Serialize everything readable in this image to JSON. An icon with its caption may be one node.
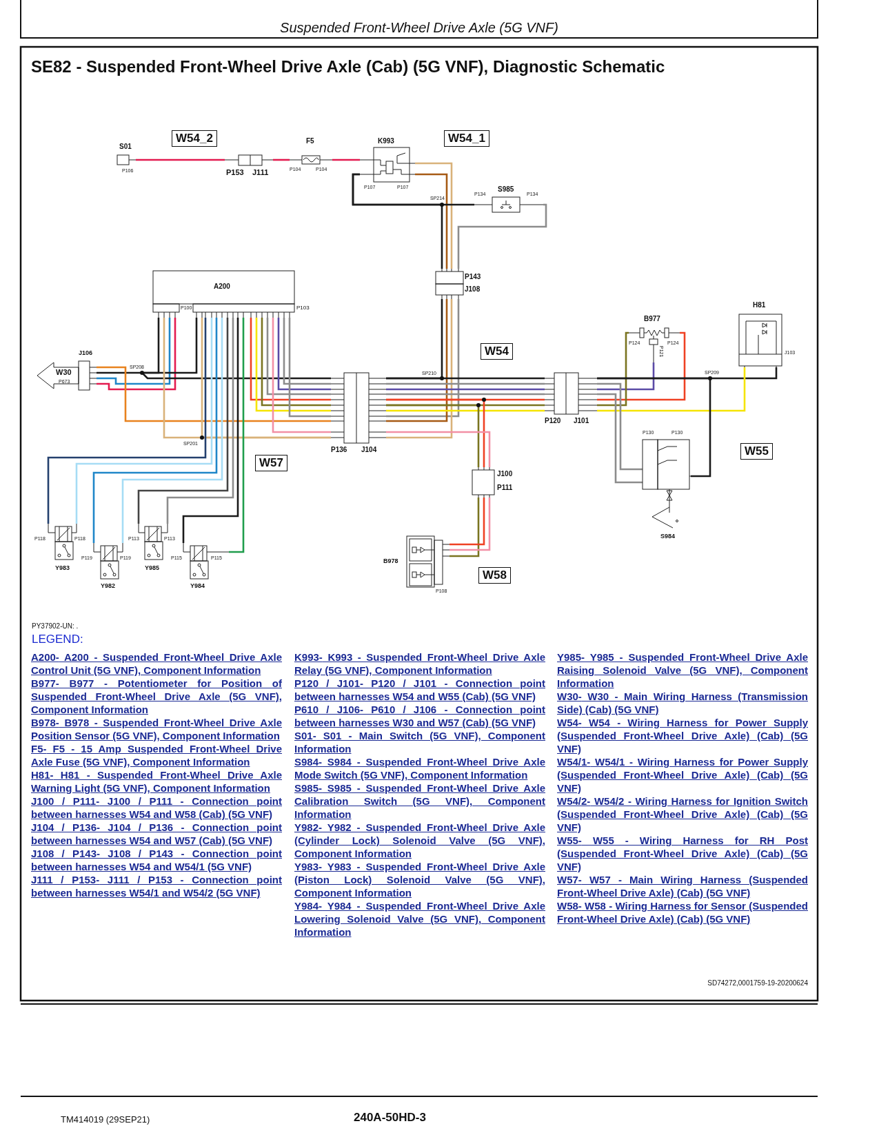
{
  "diagram": {
    "title": "SE82 - Suspended Front-Wheel Drive Axle (Cab) (5G VNF), Diagnostic Schematic",
    "nodes": [
      {
        "text": [
          "S01"
        ],
        "beside": [
          "P106"
        ]
      },
      {
        "text": [
          "P153",
          "J111"
        ]
      },
      {
        "text": [
          "F5"
        ],
        "beside": [
          "P104",
          "P104"
        ]
      },
      {
        "text": [
          "K993"
        ],
        "beside": [
          "P107",
          "P107"
        ]
      },
      {
        "text": [
          "S985",
          "P134",
          "P134"
        ]
      },
      {
        "text": [
          "P143",
          "J108"
        ]
      },
      {
        "text": [
          "A200"
        ],
        "beside": [
          "P100",
          "P103"
        ]
      },
      {
        "text": [
          "W30",
          "P673"
        ]
      },
      {
        "text": [
          "J106"
        ]
      },
      {
        "text": [
          "P136",
          "J104"
        ]
      },
      {
        "text": [
          "P120",
          "J101"
        ]
      },
      {
        "text": [
          "B977",
          "P124",
          "P121",
          "P124"
        ]
      },
      {
        "text": [
          "H81"
        ],
        "beside": [
          "J103"
        ]
      },
      {
        "text": [
          "S984"
        ],
        "beside": [
          "P130",
          "P130"
        ]
      },
      {
        "text": [
          "J100",
          "P111"
        ]
      },
      {
        "text": [
          "B978"
        ],
        "beside": [
          "P108"
        ]
      },
      {
        "text": [
          "Y983"
        ],
        "beside": [
          "P118",
          "P118"
        ]
      },
      {
        "text": [
          "Y982"
        ],
        "beside": [
          "P119",
          "P119"
        ]
      },
      {
        "text": [
          "Y985"
        ],
        "beside": [
          "P113",
          "P113"
        ]
      },
      {
        "text": [
          "Y984",
          "P115",
          "P115"
        ]
      }
    ],
    "edges": [
      {
        "from": 0,
        "to": 1,
        "arrow": "none",
        "color": "#e31b4f"
      },
      {
        "from": 1,
        "to": 2,
        "arrow": "none",
        "color": "#e31b4f"
      },
      {
        "from": 2,
        "to": 3,
        "arrow": "none",
        "color": "#e31b4f"
      },
      {
        "from": 3,
        "to": 5,
        "arrow": "none",
        "color": "#d9b27a"
      },
      {
        "from": 3,
        "to": 5,
        "arrow": "none",
        "color": "#a65a14"
      },
      {
        "from": 3,
        "to": 4,
        "arrow": "none",
        "color": "#1a1a1a"
      },
      {
        "from": 3,
        "to": 5,
        "arrow": "none",
        "color": "#1a1a1a"
      },
      {
        "from": 4,
        "to": 5,
        "arrow": "none",
        "color": "#8c8c8c"
      },
      {
        "from": 5,
        "to": 9,
        "arrow": "none",
        "color": "#1a1a1a"
      },
      {
        "from": 5,
        "to": 9,
        "arrow": "none",
        "color": "#8c8c8c"
      },
      {
        "from": 5,
        "to": 9,
        "arrow": "none",
        "color": "#a65a14"
      },
      {
        "from": 5,
        "to": 9,
        "arrow": "none",
        "color": "#d9b27a"
      },
      {
        "from": 6,
        "to": 8,
        "arrow": "none",
        "color": "#1a1a1a"
      },
      {
        "from": 6,
        "to": 8,
        "arrow": "none",
        "color": "#1f86c8"
      },
      {
        "from": 6,
        "to": 8,
        "arrow": "none",
        "color": "#e31b4f"
      },
      {
        "from": 8,
        "to": 9,
        "arrow": "none",
        "color": "#e8821e"
      },
      {
        "from": 6,
        "to": 9,
        "arrow": "none",
        "color": "#1a1a1a"
      },
      {
        "from": 6,
        "to": 9,
        "arrow": "none",
        "color": "#d9b27a"
      },
      {
        "from": 6,
        "to": 9,
        "arrow": "none",
        "color": "#d9b27a"
      },
      {
        "from": 6,
        "to": 9,
        "arrow": "none",
        "color": "#8c8c8c"
      },
      {
        "from": 6,
        "to": 9,
        "arrow": "none",
        "color": "#5b4ba6"
      },
      {
        "from": 6,
        "to": 9,
        "arrow": "none",
        "color": "#8c8c8c"
      },
      {
        "from": 6,
        "to": 9,
        "arrow": "none",
        "color": "#ef4123"
      },
      {
        "from": 6,
        "to": 9,
        "arrow": "none",
        "color": "#7a7420"
      },
      {
        "from": 6,
        "to": 9,
        "arrow": "none",
        "color": "#f5e400"
      },
      {
        "from": 6,
        "to": 9,
        "arrow": "none",
        "color": "#8c8c8c"
      },
      {
        "from": 6,
        "to": 9,
        "arrow": "none",
        "color": "#f28fa5"
      },
      {
        "from": 6,
        "to": 16,
        "arrow": "none",
        "color": "#24406e"
      },
      {
        "from": 6,
        "to": 16,
        "arrow": "none",
        "color": "#a6dcf5"
      },
      {
        "from": 6,
        "to": 17,
        "arrow": "none",
        "color": "#1f86c8"
      },
      {
        "from": 6,
        "to": 17,
        "arrow": "none",
        "color": "#a6dcf5"
      },
      {
        "from": 6,
        "to": 18,
        "arrow": "none",
        "color": "#444444"
      },
      {
        "from": 6,
        "to": 18,
        "arrow": "none",
        "color": "#8c8c8c"
      },
      {
        "from": 6,
        "to": 19,
        "arrow": "none",
        "color": "#1a1a1a"
      },
      {
        "from": 6,
        "to": 19,
        "arrow": "none",
        "color": "#1f9d4c"
      },
      {
        "from": 9,
        "to": 10,
        "arrow": "none",
        "color": "#1a1a1a"
      },
      {
        "from": 9,
        "to": 10,
        "arrow": "none",
        "color": "#8c8c8c"
      },
      {
        "from": 9,
        "to": 10,
        "arrow": "none",
        "color": "#5b4ba6"
      },
      {
        "from": 9,
        "to": 10,
        "arrow": "none",
        "color": "#8c8c8c"
      },
      {
        "from": 9,
        "to": 10,
        "arrow": "none",
        "color": "#ef4123"
      },
      {
        "from": 9,
        "to": 10,
        "arrow": "none",
        "color": "#7a7420"
      },
      {
        "from": 9,
        "to": 10,
        "arrow": "none",
        "color": "#f5e400"
      },
      {
        "from": 9,
        "to": 14,
        "arrow": "none",
        "color": "#ef4123"
      },
      {
        "from": 9,
        "to": 14,
        "arrow": "none",
        "color": "#7a7420"
      },
      {
        "from": 9,
        "to": 14,
        "arrow": "none",
        "color": "#f28fa5"
      },
      {
        "from": 14,
        "to": 15,
        "arrow": "none",
        "color": "#7a7420"
      },
      {
        "from": 14,
        "to": 15,
        "arrow": "none",
        "color": "#ef4123"
      },
      {
        "from": 14,
        "to": 15,
        "arrow": "none",
        "color": "#f28fa5"
      },
      {
        "from": 10,
        "to": 11,
        "arrow": "none",
        "color": "#5b4ba6"
      },
      {
        "from": 10,
        "to": 11,
        "arrow": "none",
        "color": "#ef4123"
      },
      {
        "from": 10,
        "to": 11,
        "arrow": "none",
        "color": "#7a7420"
      },
      {
        "from": 10,
        "to": 12,
        "arrow": "none",
        "color": "#1a1a1a"
      },
      {
        "from": 10,
        "to": 12,
        "arrow": "none",
        "color": "#f5e400"
      },
      {
        "from": 10,
        "to": 13,
        "arrow": "none",
        "color": "#1a1a1a"
      },
      {
        "from": 10,
        "to": 13,
        "arrow": "none",
        "color": "#8c8c8c"
      },
      {
        "from": 10,
        "to": 13,
        "arrow": "none",
        "color": "#8c8c8c"
      }
    ],
    "labels": [
      "Suspended Front-Wheel Drive Axle (5G VNF)",
      "W54_2",
      "W54_1",
      "W54",
      "W57",
      "W55",
      "W58",
      "SP214",
      "SP208",
      "SP210",
      "SP201",
      "SP209",
      "PY37902-UN: .",
      "LEGEND:",
      "**A200-** A200 - Suspended Front-Wheel Drive Axle Control Unit (5G VNF), Component Information",
      "**B977-** B977 - Potentiometer for Position of Suspended Front-Wheel Drive Axle (5G VNF), Component Information",
      "**B978-** B978 - Suspended Front-Wheel Drive Axle Position Sensor (5G VNF), Component Information",
      "**F5-** F5 - 15 Amp Suspended Front-Wheel Drive Axle Fuse (5G VNF), Component Information",
      "**H81-** H81 - Suspended Front-Wheel Drive Axle Warning Light (5G VNF), Component Information",
      "**J100 / P111-** J100 / P111 - Connection point between harnesses W54 and W58 (Cab) (5G VNF)",
      "**J104 / P136-** J104 / P136 - Connection point between harnesses W54 and W57 (Cab) (5G VNF)",
      "**J108 / P143-** J108 / P143 - Connection point between harnesses W54 and W54/1 (5G VNF)",
      "**J111 / P153-** J111 / P153 - Connection point between harnesses W54/1 and W54/2 (5G VNF)",
      "**K993-** K993 - Suspended Front-Wheel Drive Axle Relay (5G VNF), Component Information",
      "**P120 / J101-** P120 / J101 - Connection point between harnesses W54 and W55 (Cab) (5G VNF)",
      "**P610 / J106-** P610 / J106 - Connection point between harnesses W30 and W57 (Cab) (5G VNF)",
      "**S01-** S01 - Main Switch (5G VNF), Component Information",
      "**S984-** S984 - Suspended Front-Wheel Drive Axle Mode Switch (5G VNF), Component Information",
      "**S985-** S985 - Suspended Front-Wheel Drive Axle Calibration Switch (5G VNF), Component Information",
      "**Y982-** Y982 - Suspended Front-Wheel Drive Axle (Cylinder Lock) Solenoid Valve (5G VNF), Component Information",
      "**Y983-** Y983 - Suspended Front-Wheel Drive Axle (Piston Lock) Solenoid Valve (5G VNF), Component Information",
      "**Y984-** Y984 - Suspended Front-Wheel Drive Axle Lowering Solenoid Valve (5G VNF), Component Information",
      "**Y985-** Y985 - Suspended Front-Wheel Drive Axle Raising Solenoid Valve (5G VNF), Component Information",
      "**W30-** W30 - Main Wiring Harness (Transmission Side) (Cab) (5G VNF)",
      "**W54-** W54 - Wiring Harness for Power Supply (Suspended Front-Wheel Drive Axle) (Cab) (5G VNF)",
      "**W54/1-** W54/1 - Wiring Harness for Power Supply (Suspended Front-Wheel Drive Axle) (Cab) (5G VNF)",
      "**W54/2-** W54/2 - Wiring Harness for Ignition Switch (Suspended Front-Wheel Drive Axle) (Cab) (5G VNF)",
      "**W55-** W55 - Wiring Harness for RH Post (Suspended Front-Wheel Drive Axle) (Cab) (5G VNF)",
      "**W57-** W57 - Main Wiring Harness (Suspended Front-Wheel Drive Axle) (Cab) (5G VNF)",
      "**W58-** W58 - Wiring Harness for Sensor (Suspended Front-Wheel Drive Axle) (Cab) (5G VNF)",
      "SD74272,0001759-19-20200624",
      "TM414019 (29SEP21)",
      "240A-50HD-3"
    ]
  }
}
